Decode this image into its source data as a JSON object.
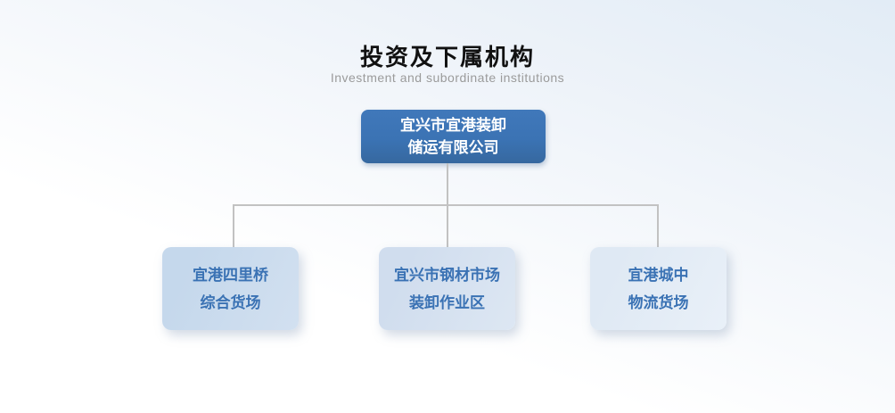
{
  "header": {
    "title": "投资及下属机构",
    "subtitle": "Investment and subordinate institutions"
  },
  "org_chart": {
    "root": {
      "line1": "宜兴市宜港装卸",
      "line2": "储运有限公司"
    },
    "children": [
      {
        "line1": "宜港四里桥",
        "line2": "综合货场"
      },
      {
        "line1": "宜兴市钢材市场",
        "line2": "装卸作业区"
      },
      {
        "line1": "宜港城中",
        "line2": "物流货场"
      }
    ]
  },
  "colors": {
    "root_box": "#3b73b4",
    "root_text": "#ffffff",
    "child_box_left": "#c5d8ec",
    "child_box_middle": "#d0ddee",
    "child_box_right": "#dfe9f4",
    "child_text": "#3a72b4",
    "connector": "#c2c2c2",
    "subtitle_text": "#9b9b9b",
    "bg_top_right": "#e2ecf6",
    "bg_top_left": "#eef3f9"
  }
}
